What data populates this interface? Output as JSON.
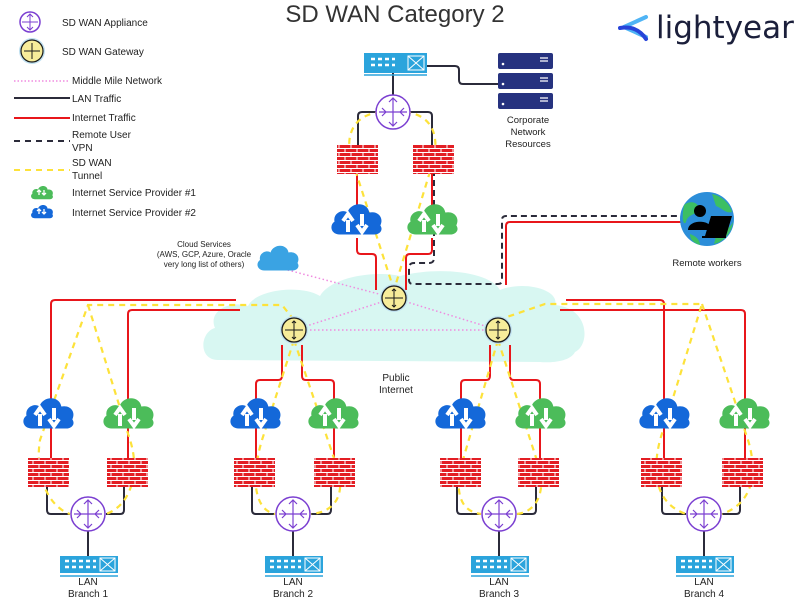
{
  "title": "SD WAN Category 2",
  "logo": {
    "text": "lightyear",
    "icon": "lightyear-arrow-logo-icon"
  },
  "colors": {
    "appliance": "#7b3fd1",
    "gateway_fill": "#f7ec9a",
    "gateway_stroke": "#1a1a1a",
    "middle_mile": "#f08be0",
    "lan": "#2b2b3a",
    "internet": "#e8161b",
    "vpn": "#2b2b3a",
    "sdwan_tunnel": "#fde23a",
    "isp1": "#4cbc5a",
    "isp2": "#1468d9",
    "firewall": "#e31e24",
    "public_internet": "#d8f7f2",
    "cloud_services": "#3aa3e3",
    "switch": "#2ba4dc",
    "server": "#26327f"
  },
  "legend": {
    "items": [
      {
        "icon": "sd-wan-appliance-icon",
        "label": "SD WAN Appliance"
      },
      {
        "icon": "sd-wan-gateway-icon",
        "label": "SD WAN Gateway"
      },
      {
        "line": "middle-mile",
        "label": "Middle Mile Network"
      },
      {
        "line": "lan",
        "label": "LAN Traffic"
      },
      {
        "line": "internet",
        "label": "Internet Traffic"
      },
      {
        "line": "vpn",
        "label_lines": [
          "Remote User",
          "VPN"
        ]
      },
      {
        "line": "sdwan",
        "label_lines": [
          "SD WAN",
          "Tunnel"
        ]
      },
      {
        "icon": "isp1-cloud-icon",
        "label": "Internet Service Provider #1"
      },
      {
        "icon": "isp2-cloud-icon",
        "label": "Internet Service Provider #2"
      }
    ]
  },
  "nodes": {
    "corporate": {
      "label_lines": [
        "Corporate",
        "Network",
        "Resources"
      ]
    },
    "cloud_services": {
      "label_lines": [
        "Cloud Services",
        "(AWS, GCP, Azure, Oracle",
        "very long list of others)"
      ]
    },
    "remote_workers": {
      "label": "Remote workers"
    },
    "public_internet": {
      "label_lines": [
        "Public",
        "Internet"
      ]
    }
  },
  "branches": [
    {
      "label_lines": [
        "LAN",
        "Branch 1"
      ]
    },
    {
      "label_lines": [
        "LAN",
        "Branch 2"
      ]
    },
    {
      "label_lines": [
        "LAN",
        "Branch 3"
      ]
    },
    {
      "label_lines": [
        "LAN",
        "Branch 4"
      ]
    }
  ]
}
